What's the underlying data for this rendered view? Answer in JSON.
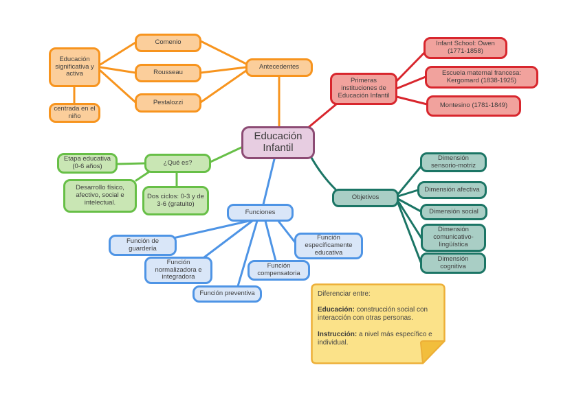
{
  "diagram": {
    "type": "mind-map",
    "topic": "Educación Infantil"
  },
  "palette": {
    "orange_border": "#F7941E",
    "orange_fill": "#FBCE9B",
    "red_border": "#D8262D",
    "red_fill": "#F1A29D",
    "green_border": "#67BF47",
    "green_fill": "#C9E6B4",
    "teal_border": "#1B7565",
    "teal_fill": "#A9CEC5",
    "blue_border": "#4E94E5",
    "blue_fill": "#D9E6F8",
    "purple_border": "#8C4B74",
    "purple_fill": "#E7CDE1",
    "note_fill": "#FBE289",
    "note_border": "#EDAF37"
  },
  "nodes": {
    "center": {
      "label": "Educación Infantil"
    },
    "edu_significativa": {
      "label": "Educación significativa y activa"
    },
    "centrada": {
      "label": "centrada en el niño"
    },
    "comenio": {
      "label": "Comenio"
    },
    "rousseau": {
      "label": "Rousseau"
    },
    "pestalozzi": {
      "label": "Pestalozzi"
    },
    "antecedentes": {
      "label": "Antecedentes"
    },
    "primeras": {
      "label": "Primeras instituciones de Educación Infantil"
    },
    "owen": {
      "label": "Infant School: Owen (1771-1858)"
    },
    "kergomard": {
      "label": "Escuela maternal francesa: Kergomard (1838-1925)"
    },
    "montesino": {
      "label": "Montesino (1781-1849)"
    },
    "etapa": {
      "label": "Etapa educativa (0-6 años)"
    },
    "que_es": {
      "label": "¿Qué es?"
    },
    "desarrollo": {
      "label": "Desarrollo físico, afectivo, social e intelectual."
    },
    "ciclos": {
      "label": "Dos ciclos: 0-3 y de 3-6 (gratuito)"
    },
    "objetivos": {
      "label": "Objetivos"
    },
    "dim_sensorio": {
      "label": "Dimensión sensorio-motriz"
    },
    "dim_afectiva": {
      "label": "Dimensión afectiva"
    },
    "dim_social": {
      "label": "Dimensión social"
    },
    "dim_comunicativa": {
      "label": "Dimensión comunicativo-lingüística"
    },
    "dim_cognitiva": {
      "label": "Dimensión cognitiva"
    },
    "funciones": {
      "label": "Funciones"
    },
    "guarderia": {
      "label": "Función de guardería"
    },
    "normalizadora": {
      "label": "Función normalizadora e integradora"
    },
    "preventiva": {
      "label": "Función preventiva"
    },
    "compensatoria": {
      "label": "Función compensatoria"
    },
    "especifica": {
      "label": "Función específicamente educativa"
    }
  },
  "edges": [
    {
      "from": "edu_significativa",
      "to": "comenio"
    },
    {
      "from": "edu_significativa",
      "to": "rousseau"
    },
    {
      "from": "edu_significativa",
      "to": "pestalozzi"
    },
    {
      "from": "edu_significativa",
      "to": "centrada"
    },
    {
      "from": "comenio",
      "to": "antecedentes"
    },
    {
      "from": "rousseau",
      "to": "antecedentes"
    },
    {
      "from": "pestalozzi",
      "to": "antecedentes"
    },
    {
      "from": "antecedentes",
      "to": "center"
    },
    {
      "from": "center",
      "to": "primeras"
    },
    {
      "from": "primeras",
      "to": "owen"
    },
    {
      "from": "primeras",
      "to": "kergomard"
    },
    {
      "from": "primeras",
      "to": "montesino"
    },
    {
      "from": "que_es",
      "to": "center"
    },
    {
      "from": "etapa",
      "to": "que_es"
    },
    {
      "from": "que_es",
      "to": "desarrollo"
    },
    {
      "from": "que_es",
      "to": "ciclos"
    },
    {
      "from": "center",
      "to": "objetivos"
    },
    {
      "from": "objetivos",
      "to": "dim_sensorio"
    },
    {
      "from": "objetivos",
      "to": "dim_afectiva"
    },
    {
      "from": "objetivos",
      "to": "dim_social"
    },
    {
      "from": "objetivos",
      "to": "dim_comunicativa"
    },
    {
      "from": "objetivos",
      "to": "dim_cognitiva"
    },
    {
      "from": "center",
      "to": "funciones"
    },
    {
      "from": "funciones",
      "to": "guarderia"
    },
    {
      "from": "funciones",
      "to": "normalizadora"
    },
    {
      "from": "funciones",
      "to": "preventiva"
    },
    {
      "from": "funciones",
      "to": "compensatoria"
    },
    {
      "from": "funciones",
      "to": "especifica"
    }
  ],
  "note": {
    "title": "Diferenciar entre:",
    "item1_label": "Educación:",
    "item1_text": "construcción social con interacción con otras personas.",
    "item2_label": "Instrucción:",
    "item2_text": "a nivel más específico e individual."
  }
}
